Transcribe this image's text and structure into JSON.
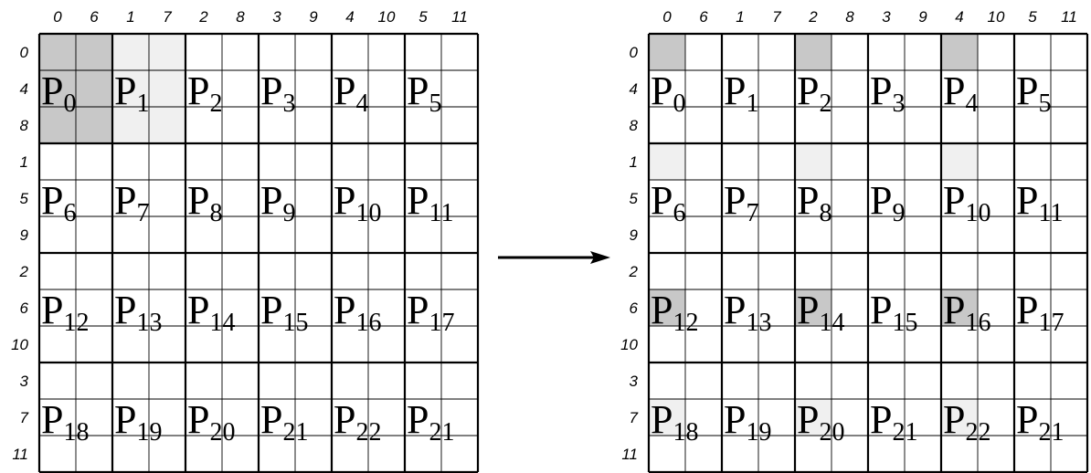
{
  "col_labels": [
    "0",
    "6",
    "1",
    "7",
    "2",
    "8",
    "3",
    "9",
    "4",
    "10",
    "5",
    "11"
  ],
  "row_labels": [
    "0",
    "4",
    "8",
    "1",
    "5",
    "9",
    "2",
    "6",
    "10",
    "3",
    "7",
    "11"
  ],
  "processes": [
    [
      "0",
      "1",
      "2",
      "3",
      "4",
      "5"
    ],
    [
      "6",
      "7",
      "8",
      "9",
      "10",
      "11"
    ],
    [
      "12",
      "13",
      "14",
      "15",
      "16",
      "17"
    ],
    [
      "18",
      "19",
      "20",
      "21",
      "22",
      "21"
    ]
  ],
  "process_prefix": "P",
  "colors": {
    "dark_gray": "#c8c8c8",
    "light_gray": "#f0f0f0",
    "line": "#000000"
  },
  "left_highlights": {
    "dark": [
      [
        0,
        0
      ],
      [
        0,
        1
      ],
      [
        1,
        0
      ],
      [
        1,
        1
      ],
      [
        2,
        0
      ],
      [
        2,
        1
      ]
    ],
    "light": [
      [
        0,
        2
      ],
      [
        0,
        3
      ],
      [
        1,
        2
      ],
      [
        1,
        3
      ],
      [
        2,
        2
      ],
      [
        2,
        3
      ]
    ]
  },
  "right_highlights": {
    "dark": [
      [
        0,
        0
      ],
      [
        0,
        4
      ],
      [
        0,
        8
      ],
      [
        7,
        0
      ],
      [
        7,
        4
      ],
      [
        7,
        8
      ]
    ],
    "light": [
      [
        3,
        0
      ],
      [
        3,
        4
      ],
      [
        3,
        8
      ],
      [
        10,
        0
      ],
      [
        10,
        4
      ],
      [
        10,
        8
      ]
    ]
  }
}
